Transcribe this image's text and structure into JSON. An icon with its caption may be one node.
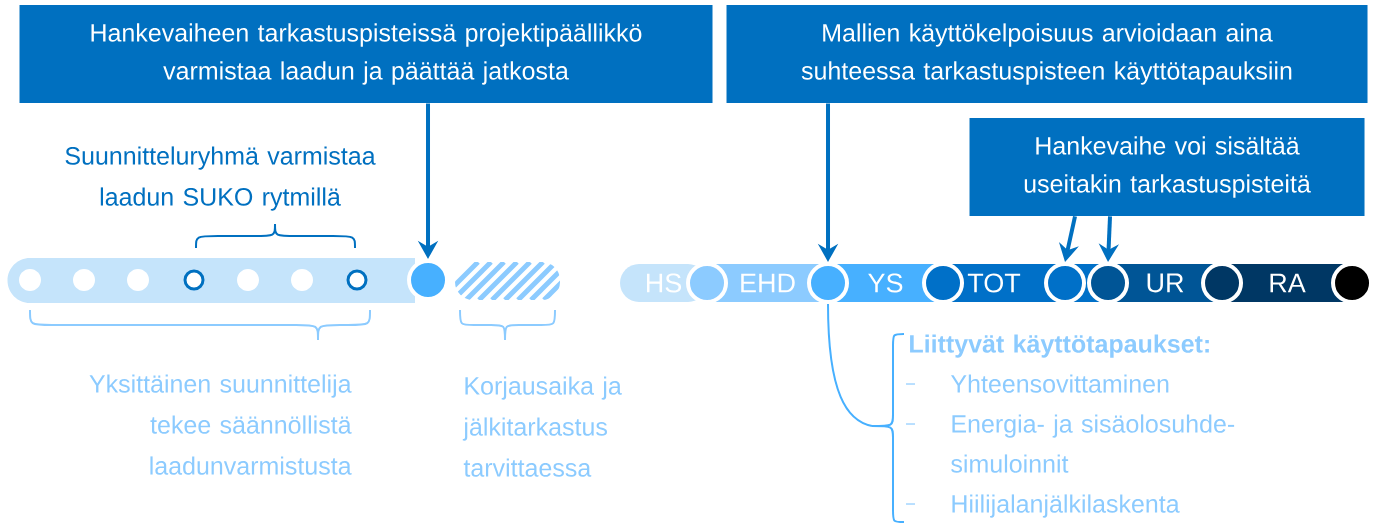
{
  "diagram": {
    "nodes": [
      {
        "text": [
          "Hankevaiheen tarkastuspisteissä projektipäällikkö varmistaa laadun ja päättää jatkosta"
        ]
      },
      {
        "text": [
          "Mallien käyttökelpoisuus arvioidaan aina suhteessa tarkastuspisteen käyttötapauksiin"
        ]
      },
      {
        "text": [
          "Hankevaihe voi sisältää useitakin tarkastuspisteitä"
        ]
      },
      {
        "text": [],
        "shape": "circle"
      },
      {
        "text": [
          "HS"
        ]
      },
      {
        "text": [],
        "shape": "circle"
      },
      {
        "text": [
          "EHD"
        ]
      },
      {
        "text": [],
        "shape": "circle"
      },
      {
        "text": [
          "YS"
        ]
      },
      {
        "text": [],
        "shape": "circle"
      },
      {
        "text": [
          "TOT"
        ]
      },
      {
        "text": [],
        "shape": "circle"
      },
      {
        "text": [],
        "shape": "circle"
      },
      {
        "text": [
          "UR"
        ]
      },
      {
        "text": [],
        "shape": "circle"
      },
      {
        "text": [
          "RA"
        ]
      },
      {
        "text": [],
        "shape": "circle"
      },
      {
        "text": [
          "Liittyvät käyttötapaukset:",
          "Yhteensovittaminen",
          "Energia- ja sisäolosuhde- simuloinnit",
          "Hiilijalanjälkilaskenta"
        ]
      }
    ],
    "edges": [
      {
        "from": 0,
        "to": 3,
        "arrow": "to"
      },
      {
        "from": 1,
        "to": 7,
        "arrow": "to"
      },
      {
        "from": 2,
        "to": 11,
        "arrow": "to"
      },
      {
        "from": 2,
        "to": 12,
        "arrow": "to"
      },
      {
        "from": 7,
        "to": 17,
        "arrow": "none",
        "color": "#47b0ff"
      }
    ],
    "labels": [
      "Suunnitteluryhmä varmistaa laadun SUKO rytmillä",
      "Yksittäinen suunnittelija tekee säännöllistä laadunvarmistusta",
      "Korjausaika ja jälkitarkastus tarvittaessa"
    ]
  }
}
